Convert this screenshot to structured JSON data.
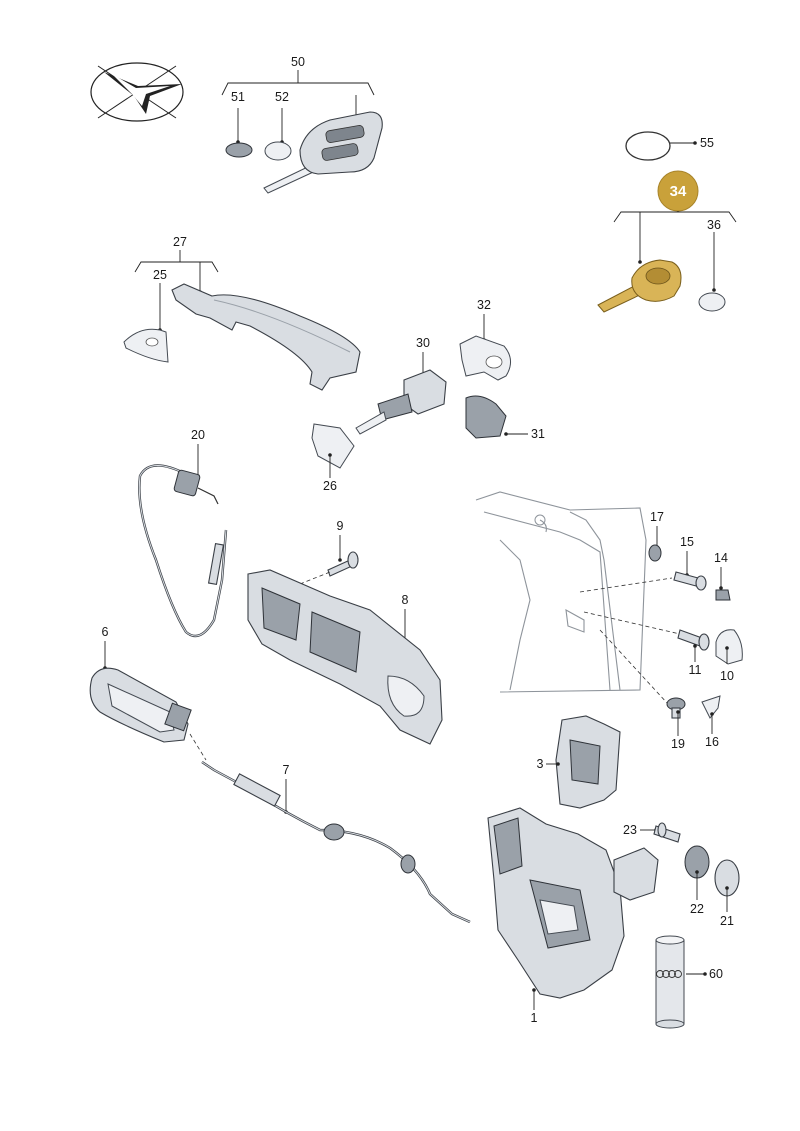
{
  "callouts": {
    "p1": "1",
    "p3": "3",
    "p6": "6",
    "p7": "7",
    "p8": "8",
    "p9": "9",
    "p10": "10",
    "p11": "11",
    "p14": "14",
    "p15": "15",
    "p16": "16",
    "p17": "17",
    "p19": "19",
    "p20": "20",
    "p21": "21",
    "p22": "22",
    "p23": "23",
    "p25": "25",
    "p26": "26",
    "p27": "27",
    "p30": "30",
    "p31": "31",
    "p32": "32",
    "p34": "34",
    "p36": "36",
    "p50": "50",
    "p51": "51",
    "p52": "52",
    "p55": "55",
    "p60": "60"
  },
  "colors": {
    "highlight_badge": "#c9a13a",
    "part_fill": "#d9dde2",
    "key_gold": "#d9b457"
  },
  "icons": [
    "manufacturer-logo-icon",
    "remote-key-icon",
    "four-rings-logo-icon"
  ]
}
